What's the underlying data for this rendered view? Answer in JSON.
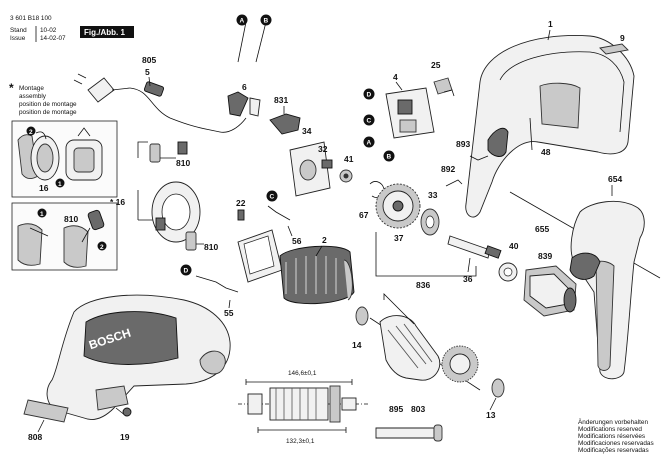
{
  "header": {
    "doc_number": "3 601 B18 100",
    "stand_label": "Stand",
    "issue_label": "Issue",
    "stand_date": "10-02",
    "issue_date": "14-02-07",
    "fig_label": "Fig./Abb. 1"
  },
  "montage_note": {
    "star": "*",
    "lines": [
      "Montage",
      "assembly",
      "position de montage",
      "position de montage"
    ]
  },
  "star_label": "* 16",
  "callouts": {
    "A": "A",
    "B": "B",
    "C": "C",
    "D": "D"
  },
  "parts": {
    "p1": "1",
    "p2": "2",
    "p4": "4",
    "p5": "5",
    "p6": "6",
    "p9": "9",
    "p13": "13",
    "p14": "14",
    "p16": "16",
    "p19": "19",
    "p22": "22",
    "p25": "25",
    "p32": "32",
    "p33": "33",
    "p34": "34",
    "p36": "36",
    "p37": "37",
    "p40": "40",
    "p41": "41",
    "p48": "48",
    "p55": "55",
    "p56": "56",
    "p67": "67",
    "p654": "654",
    "p655": "655",
    "p803": "803",
    "p805": "805",
    "p808": "808",
    "p810": "810",
    "p831": "831",
    "p836": "836",
    "p839": "839",
    "p892": "892",
    "p893": "893",
    "p895": "895"
  },
  "dimensions": {
    "d1": "146,6±0,1",
    "d2": "132,3±0,1"
  },
  "brand": "BOSCH",
  "footer": [
    "Änderungen vorbehalten",
    "Modifications reserved",
    "Modifications réservées",
    "Modificaciones reservadas",
    "Modificações reservadas"
  ]
}
